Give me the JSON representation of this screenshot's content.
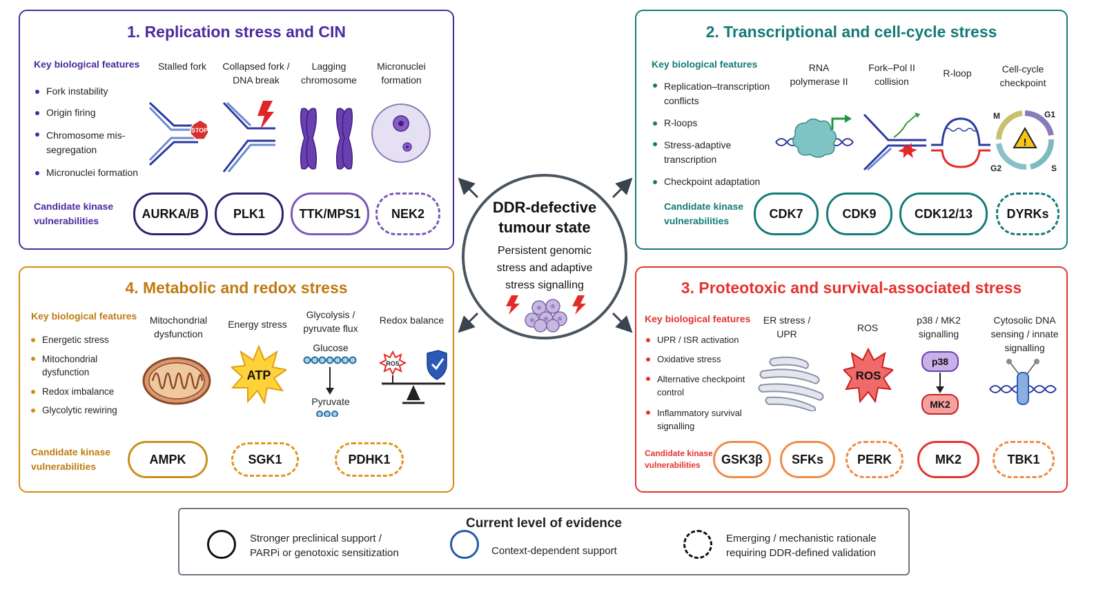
{
  "center": {
    "title_line1": "DDR-defective",
    "title_line2": "tumour state",
    "sub_line1": "Persistent genomic",
    "sub_line2": "stress and adaptive",
    "sub_line3": "stress signalling"
  },
  "panels": {
    "p1": {
      "title": "1. Replication stress and CIN",
      "color": "#4b2a9e",
      "features_heading": "Key biological features",
      "features": [
        "Fork instability",
        "Origin firing",
        "Chromosome mis-segregation",
        "Micronuclei formation"
      ],
      "illustrations": [
        {
          "label": "Stalled fork",
          "icon": "stalled-fork-stop-icon",
          "badge": "STOP"
        },
        {
          "label": "Collapsed fork / DNA break",
          "icon": "collapsed-fork-lightning-icon"
        },
        {
          "label": "Lagging chromosome",
          "icon": "chromosome-icon"
        },
        {
          "label": "Micronuclei formation",
          "icon": "micronucleus-cell-icon"
        }
      ],
      "kinase_heading_1": "Candidate kinase",
      "kinase_heading_2": "vulnerabilities",
      "kinases": [
        {
          "label": "AURKA/B",
          "evidence": "stronger",
          "border": "#2a2470"
        },
        {
          "label": "PLK1",
          "evidence": "stronger",
          "border": "#2a2470"
        },
        {
          "label": "TTK/MPS1",
          "evidence": "context",
          "border": "#7a58b8"
        },
        {
          "label": "NEK2",
          "evidence": "emerging",
          "border": "#7a58b8"
        }
      ]
    },
    "p2": {
      "title": "2. Transcriptional and cell-cycle stress",
      "color": "#137a78",
      "features_heading": "Key biological features",
      "features": [
        "Replication–transcription conflicts",
        "R-loops",
        "Stress-adaptive transcription",
        "Checkpoint adaptation"
      ],
      "illustrations": [
        {
          "label": "RNA polymerase II",
          "icon": "rna-polymerase-icon"
        },
        {
          "label": "Fork–Pol II collision",
          "icon": "fork-collision-icon"
        },
        {
          "label": "R-loop",
          "icon": "r-loop-icon"
        },
        {
          "label": "Cell-cycle checkpoint",
          "icon": "cell-cycle-checkpoint-icon",
          "phases": [
            "M",
            "G1",
            "S",
            "G2"
          ]
        }
      ],
      "kinase_heading_1": "Candidate kinase",
      "kinase_heading_2": "vulnerabilities",
      "kinases": [
        {
          "label": "CDK7",
          "evidence": "stronger",
          "border": "#137a78"
        },
        {
          "label": "CDK9",
          "evidence": "stronger",
          "border": "#137a78"
        },
        {
          "label": "CDK12/13",
          "evidence": "context",
          "border": "#137a78"
        },
        {
          "label": "DYRKs",
          "evidence": "emerging",
          "border": "#137a78"
        }
      ]
    },
    "p3": {
      "title": "3. Proteotoxic and survival-associated stress",
      "color": "#e5322d",
      "features_heading": "Key biological features",
      "features": [
        "UPR / ISR activation",
        "Oxidative stress",
        "Alternative checkpoint control",
        "Inflammatory survival signalling"
      ],
      "illustrations": [
        {
          "label": "ER stress / UPR",
          "icon": "er-stress-icon"
        },
        {
          "label": "ROS",
          "icon": "ros-burst-icon",
          "badge": "ROS"
        },
        {
          "label": "p38 / MK2 signalling",
          "icon": "p38-mk2-pathway-icon",
          "nodes": [
            "p38",
            "MK2"
          ]
        },
        {
          "label": "Cytosolic DNA sensing / innate signalling",
          "icon": "dna-sensor-icon"
        }
      ],
      "kinase_heading_1": "Candidate kinase",
      "kinase_heading_2": "vulnerabilities",
      "kinases": [
        {
          "label": "GSK3β",
          "evidence": "stronger",
          "border": "#f08a48"
        },
        {
          "label": "SFKs",
          "evidence": "stronger",
          "border": "#f08a48"
        },
        {
          "label": "PERK",
          "evidence": "emerging",
          "border": "#f08a48"
        },
        {
          "label": "MK2",
          "evidence": "stronger",
          "border": "#e5322d"
        },
        {
          "label": "TBK1",
          "evidence": "emerging",
          "border": "#f08a48"
        }
      ]
    },
    "p4": {
      "title": "4. Metabolic and redox stress",
      "color": "#d48a12",
      "features_heading": "Key biological features",
      "features": [
        "Energetic stress",
        "Mitochondrial dysfunction",
        "Redox imbalance",
        "Glycolytic rewiring"
      ],
      "illustrations": [
        {
          "label": "Mitochondrial dysfunction",
          "icon": "mitochondrion-icon"
        },
        {
          "label": "Energy stress",
          "icon": "atp-burst-icon",
          "badge": "ATP"
        },
        {
          "label": "Glycolysis / pyruvate flux",
          "icon": "glycolysis-icon",
          "from": "Glucose",
          "to": "Pyruvate"
        },
        {
          "label": "Redox balance",
          "icon": "redox-balance-scale-icon",
          "badge": "ROS"
        }
      ],
      "kinase_heading_1": "Candidate kinase",
      "kinase_heading_2": "vulnerabilities",
      "kinases": [
        {
          "label": "AMPK",
          "evidence": "stronger",
          "border": "#c8901a"
        },
        {
          "label": "SGK1",
          "evidence": "emerging",
          "border": "#e0951c"
        },
        {
          "label": "PDHK1",
          "evidence": "emerging",
          "border": "#e0951c"
        }
      ]
    }
  },
  "legend": {
    "title": "Current level of evidence",
    "items": [
      {
        "line1": "Stronger preclinical support /",
        "line2": "PARPi or genotoxic sensitization",
        "color": "#111111",
        "style": "solid"
      },
      {
        "line1": "Context-dependent support",
        "line2": "",
        "color": "#1f5aa8",
        "style": "solid"
      },
      {
        "line1": "Emerging / mechanistic rationale",
        "line2": "requiring DDR-defined validation",
        "color": "#111111",
        "style": "dashed"
      }
    ]
  }
}
